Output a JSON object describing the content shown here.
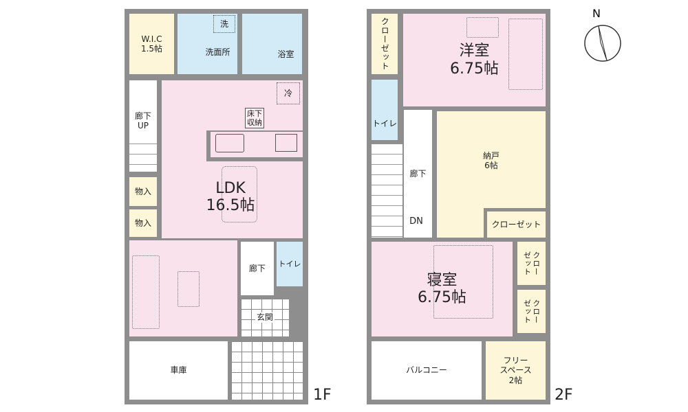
{
  "floor1": {
    "label": "1F",
    "wic": {
      "name": "W.I.C",
      "size": "1.5帖"
    },
    "washroom": "洗面所",
    "washer": "洗",
    "bath": "浴室",
    "hall": {
      "name": "廊下",
      "stair": "UP"
    },
    "storage1": "物入",
    "storage2": "物入",
    "fridge": "冷",
    "underfloor": "床下\n収納",
    "ldk": {
      "name": "LDK",
      "size": "16.5帖"
    },
    "hall2": "廊下",
    "toilet": "トイレ",
    "entrance": "玄関",
    "garage": "車庫"
  },
  "floor2": {
    "label": "2F",
    "closet1": "クローゼット",
    "western": {
      "name": "洋室",
      "size": "6.75帖"
    },
    "toilet": "トイレ",
    "hall": "廊下",
    "stair": "DN",
    "storeroom": {
      "name": "納戸",
      "size": "6帖"
    },
    "closet2": "クローゼット",
    "bedroom": {
      "name": "寝室",
      "size": "6.75帖"
    },
    "closet3": "クロー\nゼット",
    "closet4": "クロー\nゼット",
    "balcony": "バルコニー",
    "free": {
      "name": "フリー\nスペース",
      "size": "2帖"
    }
  },
  "compass": "N"
}
